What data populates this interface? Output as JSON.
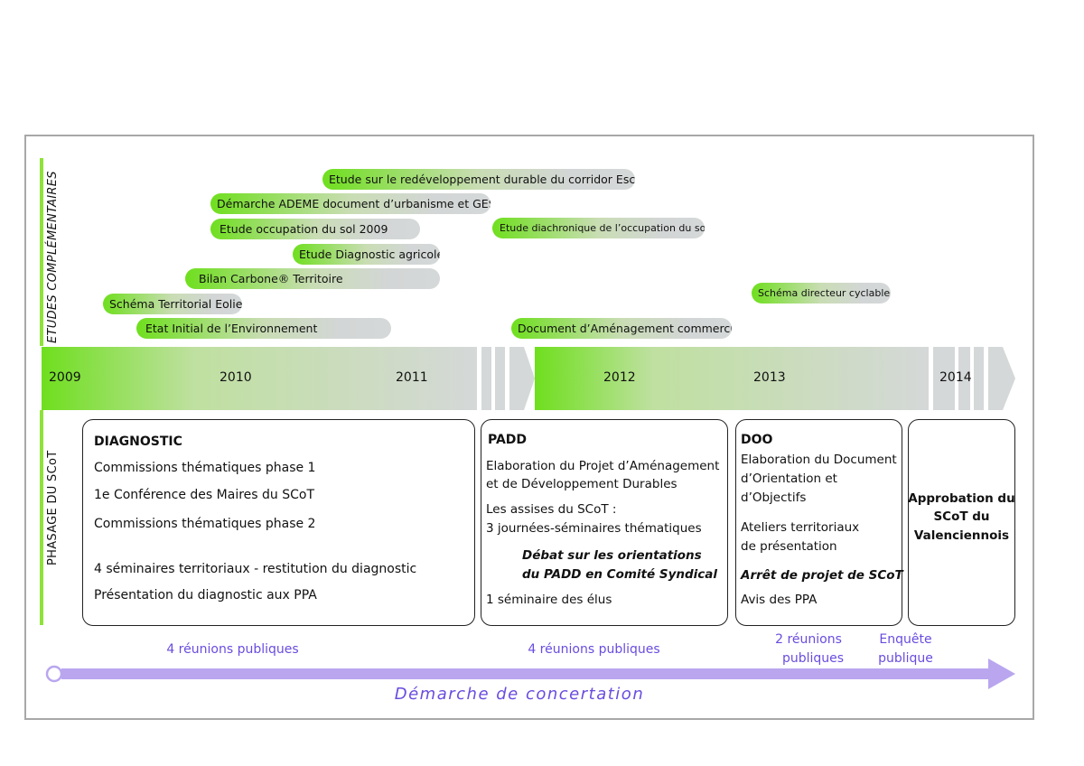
{
  "side_labels": {
    "etudes": "ETUDES COMPLÉMENTAIRES",
    "phasage": "PHASAGE DU SCoT"
  },
  "etudes": [
    "Etude sur le redéveloppement durable du corridor Escaut",
    "Démarche ADEME document d’urbanisme et GES",
    "Etude occupation du sol 2009",
    "Etude diachronique de l’occupation du sol",
    "Etude Diagnostic agricole",
    "Bilan Carbone® Territoire",
    "Schéma directeur cyclable",
    "Schéma Territorial Eolien",
    "Etat Initial de l’Environnement",
    "Document d’Aménagement commercial"
  ],
  "years": [
    "2009",
    "2010",
    "2011",
    "2012",
    "2013",
    "2014"
  ],
  "diagnostic": {
    "title": "DIAGNOSTIC",
    "items": [
      "Commissions thématiques phase 1",
      "1e Conférence des Maires du SCoT",
      "Commissions thématiques phase 2",
      "4 séminaires territoriaux - restitution du diagnostic",
      "Présentation du diagnostic aux PPA"
    ]
  },
  "padd": {
    "title": "PADD",
    "lines": [
      "Elaboration du Projet d’Aménagement",
      "et de Développement Durables",
      "Les assises du SCoT :",
      "3 journées-séminaires thématiques",
      "Débat sur les orientations",
      "du PADD en Comité Syndical",
      "1 séminaire des élus"
    ]
  },
  "doo": {
    "title": "DOO",
    "lines": [
      "Elaboration du Document",
      "d’Orientation et",
      "d’Objectifs",
      "Ateliers territoriaux",
      "de présentation",
      "Arrêt de projet de SCoT",
      "Avis des PPA"
    ]
  },
  "approbation": {
    "lines": [
      "Approbation du",
      "SCoT du",
      "Valenciennois"
    ]
  },
  "concertation": {
    "r1": "4 réunions publiques",
    "r2": "4 réunions publiques",
    "r3a": "2 réunions",
    "r3b": "publiques",
    "r4a": "Enquête",
    "r4b": "publique",
    "title": "Démarche de concertation"
  },
  "colors": {
    "green": "#6fdf1e",
    "grey": "#d5d8d8",
    "purple": "#b9a6ef",
    "purple_text": "#6a4cdf"
  }
}
